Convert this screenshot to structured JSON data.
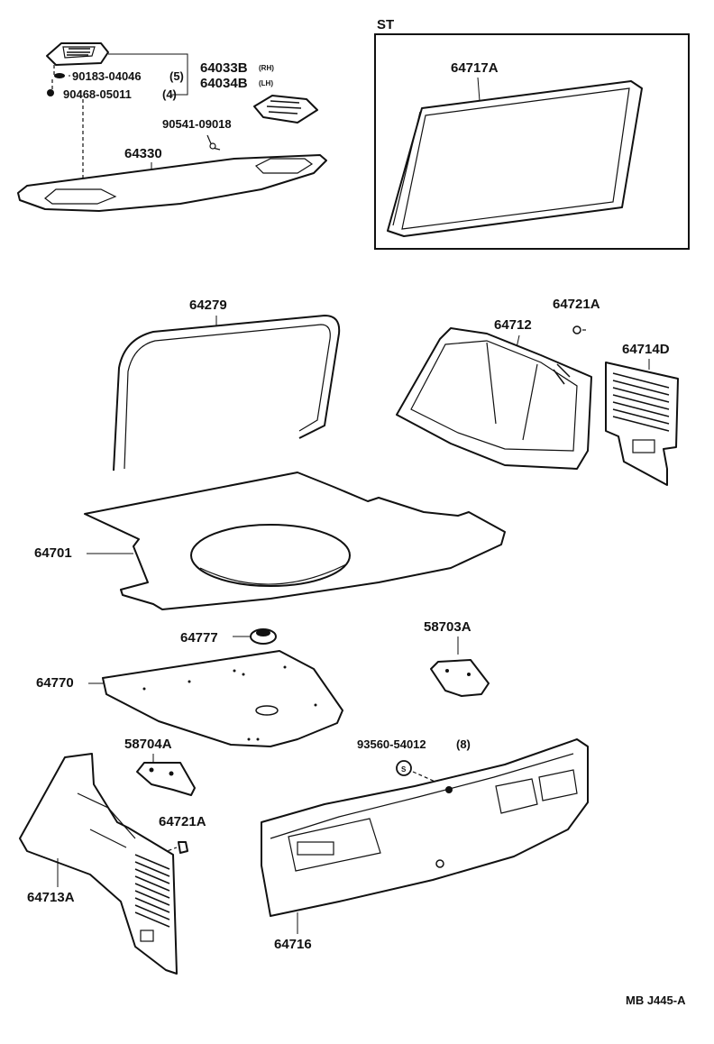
{
  "diagram_code": "MB J445-A",
  "st_box_label": "ST",
  "parts": {
    "p64033B": {
      "number": "64033B",
      "suffix": "(RH)"
    },
    "p64034B": {
      "number": "64034B",
      "suffix": "(LH)"
    },
    "p90183": {
      "number": "90183-04046",
      "qty": "(5)"
    },
    "p90468": {
      "number": "90468-05011",
      "qty": "(4)"
    },
    "p90541": {
      "number": "90541-09018"
    },
    "p64330": {
      "number": "64330"
    },
    "p64717A": {
      "number": "64717A"
    },
    "p64279": {
      "number": "64279"
    },
    "p64712": {
      "number": "64712"
    },
    "p64721A_top": {
      "number": "64721A"
    },
    "p64714D": {
      "number": "64714D"
    },
    "p64701": {
      "number": "64701"
    },
    "p64777": {
      "number": "64777"
    },
    "p58703A": {
      "number": "58703A"
    },
    "p64770": {
      "number": "64770"
    },
    "p58704A": {
      "number": "58704A"
    },
    "p93560": {
      "number": "93560-54012",
      "qty": "(8)"
    },
    "p64721A_bottom": {
      "number": "64721A"
    },
    "p64713A": {
      "number": "64713A"
    },
    "p64716": {
      "number": "64716"
    }
  }
}
